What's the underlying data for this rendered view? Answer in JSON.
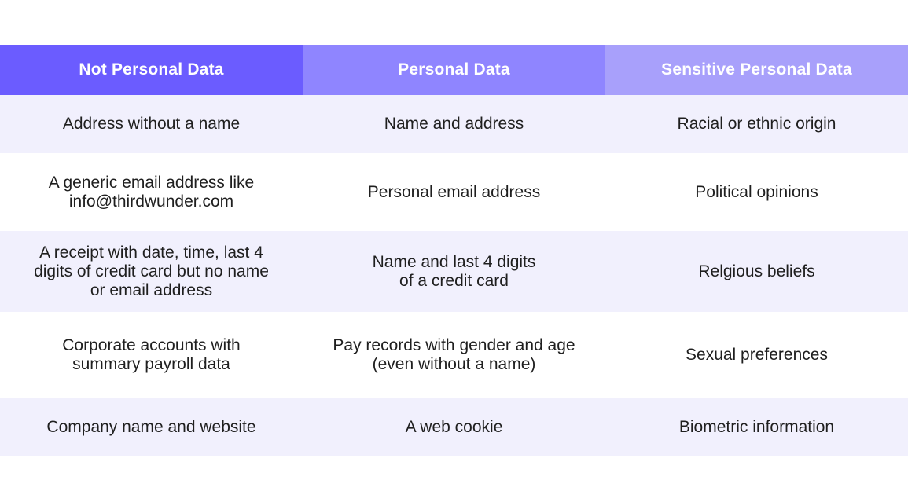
{
  "colors": {
    "header_col1": "#6b5cff",
    "header_col2": "#8f85ff",
    "header_col3": "#a8a0fb",
    "row_shade": "#f1f0fd",
    "text": "#1f1f1f"
  },
  "headers": [
    "Not Personal Data",
    "Personal Data",
    "Sensitive Personal Data"
  ],
  "rows": [
    [
      "Address without a name",
      "Name and address",
      "Racial or ethnic origin"
    ],
    [
      "A generic email address like\ninfo@thirdwunder.com",
      "Personal email address",
      "Political opinions"
    ],
    [
      "A receipt with date, time, last 4\ndigits of credit card but no name\nor email address",
      "Name and last 4 digits\nof a credit card",
      "Relgious beliefs"
    ],
    [
      "Corporate accounts with\nsummary payroll data",
      "Pay records with gender and age\n(even without a name)",
      "Sexual preferences"
    ],
    [
      "Company name and website",
      "A web cookie",
      "Biometric information"
    ]
  ]
}
